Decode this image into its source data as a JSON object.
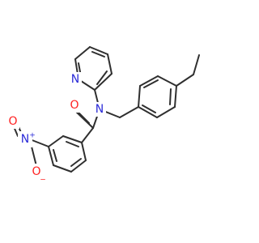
{
  "molecule": {
    "atoms": {
      "n_amide": "N",
      "n_pyridine": "N",
      "o_carbonyl": "O",
      "n_nitro": "N",
      "o_nitro_upper": "O",
      "o_nitro_lower": "O"
    },
    "charges": {
      "nitro_n": "+",
      "nitro_o": "−"
    },
    "colors": {
      "bond": "#2f2f2f",
      "nitrogen": "#2b2bd8",
      "oxygen": "#ff1f1f"
    }
  }
}
